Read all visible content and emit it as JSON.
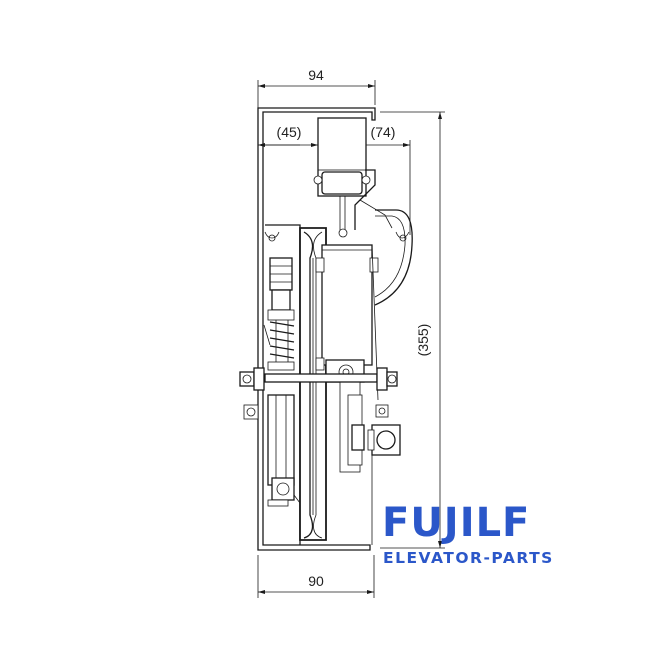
{
  "dimensions": {
    "top_width": "94",
    "left_offset": "(45)",
    "right_offset": "(74)",
    "height": "(355)",
    "bottom_width": "90"
  },
  "brand": {
    "logo": "FUJILF",
    "subtitle": "ELEVATOR-PARTS",
    "logo_color": "#2b57c9",
    "subtitle_color": "#2b57c9"
  },
  "line_color": "#1a1a1a"
}
